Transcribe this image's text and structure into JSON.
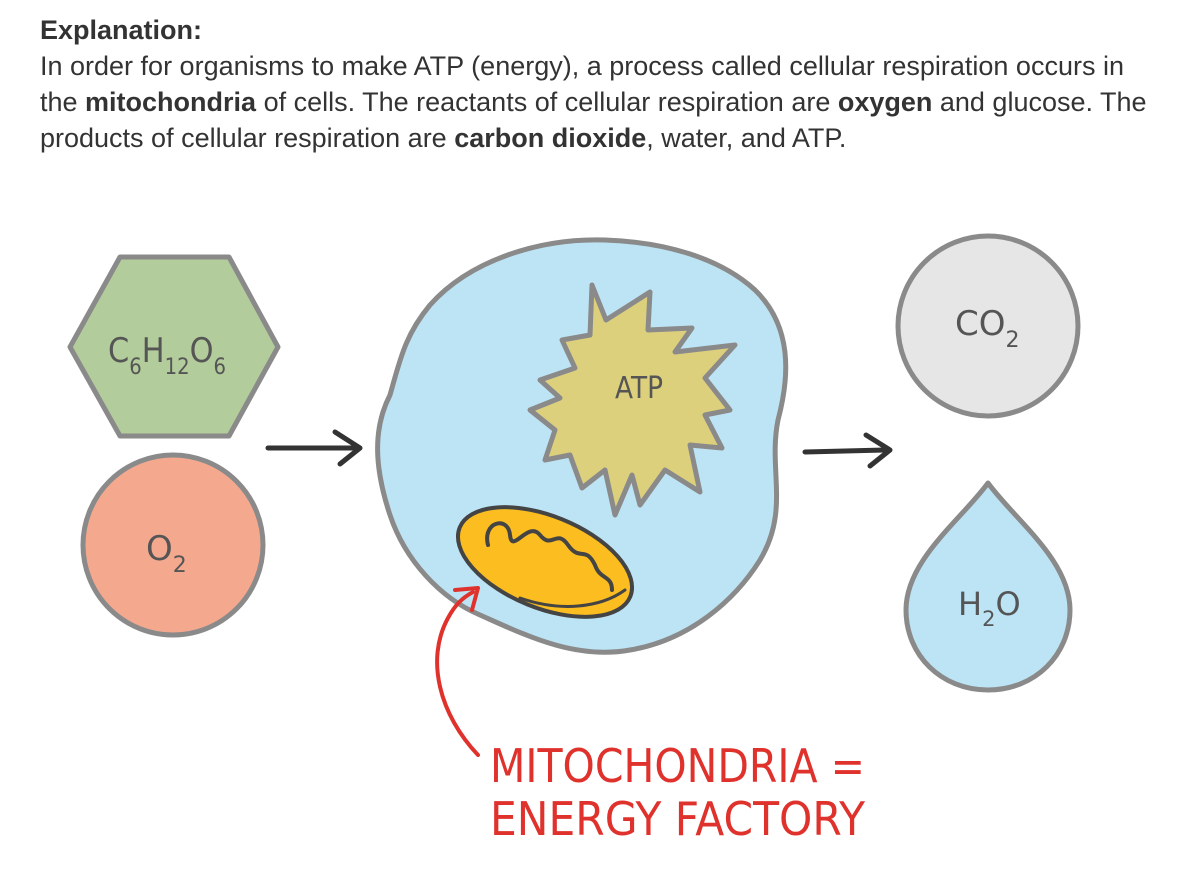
{
  "explanation": {
    "heading": "Explanation:",
    "t1": "In order for organisms to make ATP (energy), a process called cellular respiration occurs in the ",
    "b1": "mitochondria",
    "t2": " of cells. The reactants of cellular respiration are ",
    "b2": "oxygen",
    "t3": " and glucose. The products of cellular respiration are ",
    "b3": "carbon dioxide",
    "t4": ", water, and ATP."
  },
  "diagram": {
    "glucose": {
      "base1": "C",
      "sub1": "6",
      "base2": "H",
      "sub2": "12",
      "base3": "O",
      "sub3": "6"
    },
    "oxygen": {
      "base": "O",
      "sub": "2"
    },
    "atp": "ATP",
    "co2": {
      "base": "CO",
      "sub": "2"
    },
    "water": {
      "base1": "H",
      "sub": "2",
      "base2": "O"
    },
    "caption_line1": "MITOCHONDRIA =",
    "caption_line2": "ENERGY FACTORY"
  },
  "colors": {
    "glucose": "#b3cc9b",
    "oxygen": "#f4a98e",
    "cell": "#bde4f5",
    "atp": "#ddd07c",
    "mitochondria": "#fbbd1f",
    "co2": "#e6e6e6",
    "water": "#bde4f5",
    "outline": "#8a8a8a",
    "arrow": "#333333",
    "caption": "#e0322c"
  }
}
